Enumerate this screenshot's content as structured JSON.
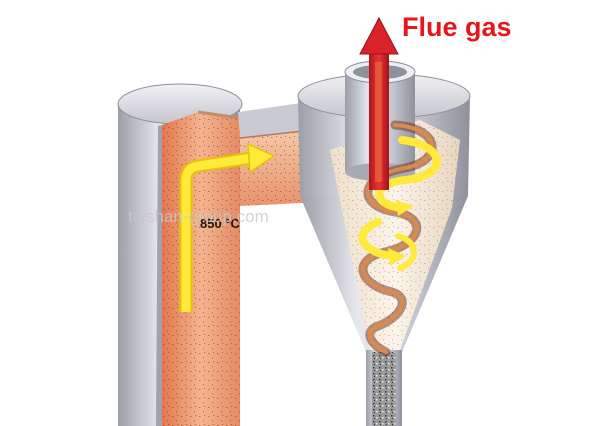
{
  "labels": {
    "flue_gas": "Flue gas",
    "temperature": "850 °C",
    "watermark": "taishan-group.com"
  },
  "colors": {
    "steel_light": "#e6e6ec",
    "steel_mid": "#b9bac4",
    "steel_dark": "#8d8f9c",
    "flame_light": "#f6c3a0",
    "flame_mid": "#ef9a76",
    "flame_dark": "#e07450",
    "arrow_yellow": "#ffe93a",
    "arrow_red": "#d8232a",
    "particle_dark": "#555555"
  },
  "icons": {
    "gas_flow": "yellow-arrow",
    "flue_outlet": "red-up-arrow",
    "vortex": "yellow-spiral-arrow"
  }
}
